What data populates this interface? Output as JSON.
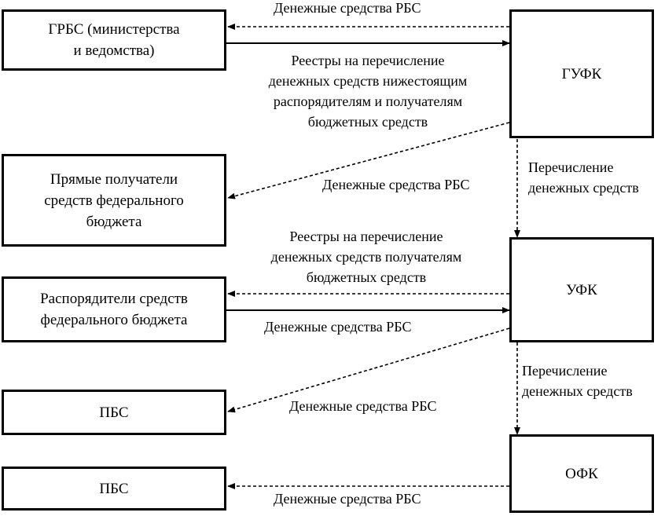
{
  "nodes": {
    "grbs": "ГРБС (министерства\nи ведомства)",
    "direct_recipients": "Прямые получатели\nсредств федерального\nбюджета",
    "managers": "Распорядители средств\nфедерального бюджета",
    "pbs_1": "ПБС",
    "pbs_2": "ПБС",
    "gufk": "ГУФК",
    "ufk": "УФК",
    "ofk": "ОФК"
  },
  "edges": {
    "gufk_to_grbs": "Денежные средства РБС",
    "grbs_to_gufk": "Реестры на перечисление\nденежных средств нижестоящим\nраспорядителям и получателям\nбюджетных средств",
    "gufk_to_direct": "Денежные средства РБС",
    "gufk_to_ufk": "Перечисление\nденежных средств",
    "ufk_to_managers": "Реестры на перечисление\nденежных средств получателям\nбюджетных средств",
    "managers_to_ufk": "Денежные средства РБС",
    "ufk_to_pbs": "Денежные средства РБС",
    "ufk_to_ofk": "Перечисление\nденежных средств",
    "ofk_to_pbs": "Денежные средства РБС"
  }
}
